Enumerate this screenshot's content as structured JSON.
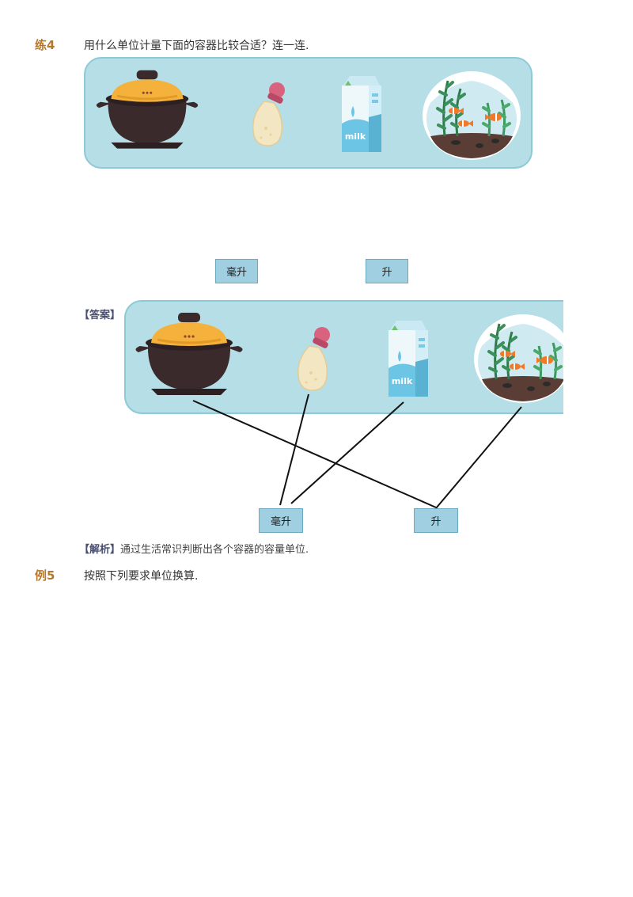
{
  "practice4": {
    "tag": "练4",
    "question": "用什么单位计量下面的容器比较合适？连一连."
  },
  "units": {
    "ml": "毫升",
    "l": "升"
  },
  "milk_carton_text": "milk",
  "answer": {
    "label": "【答案】"
  },
  "analysis": {
    "label": "【解析】",
    "text": "通过生活常识判断出各个容器的容量单位."
  },
  "example5": {
    "tag": "例5",
    "text": "按照下列要求单位换算."
  },
  "colors": {
    "tag": "#b5782a",
    "panel": "#b5dee6",
    "panel_border": "#8ccad8",
    "unit_box": "#9fcfe0",
    "pot": "#3b2a2c",
    "pot_lid": "#f4b13b",
    "bottle_cap": "#d9637e",
    "bottle": "#f3e6c2",
    "carton": "#6dc5e6",
    "fish_tank_water": "#ffffff"
  },
  "icons": [
    "clay-pot-icon",
    "baby-bottle-icon",
    "milk-carton-icon",
    "fish-tank-icon"
  ]
}
